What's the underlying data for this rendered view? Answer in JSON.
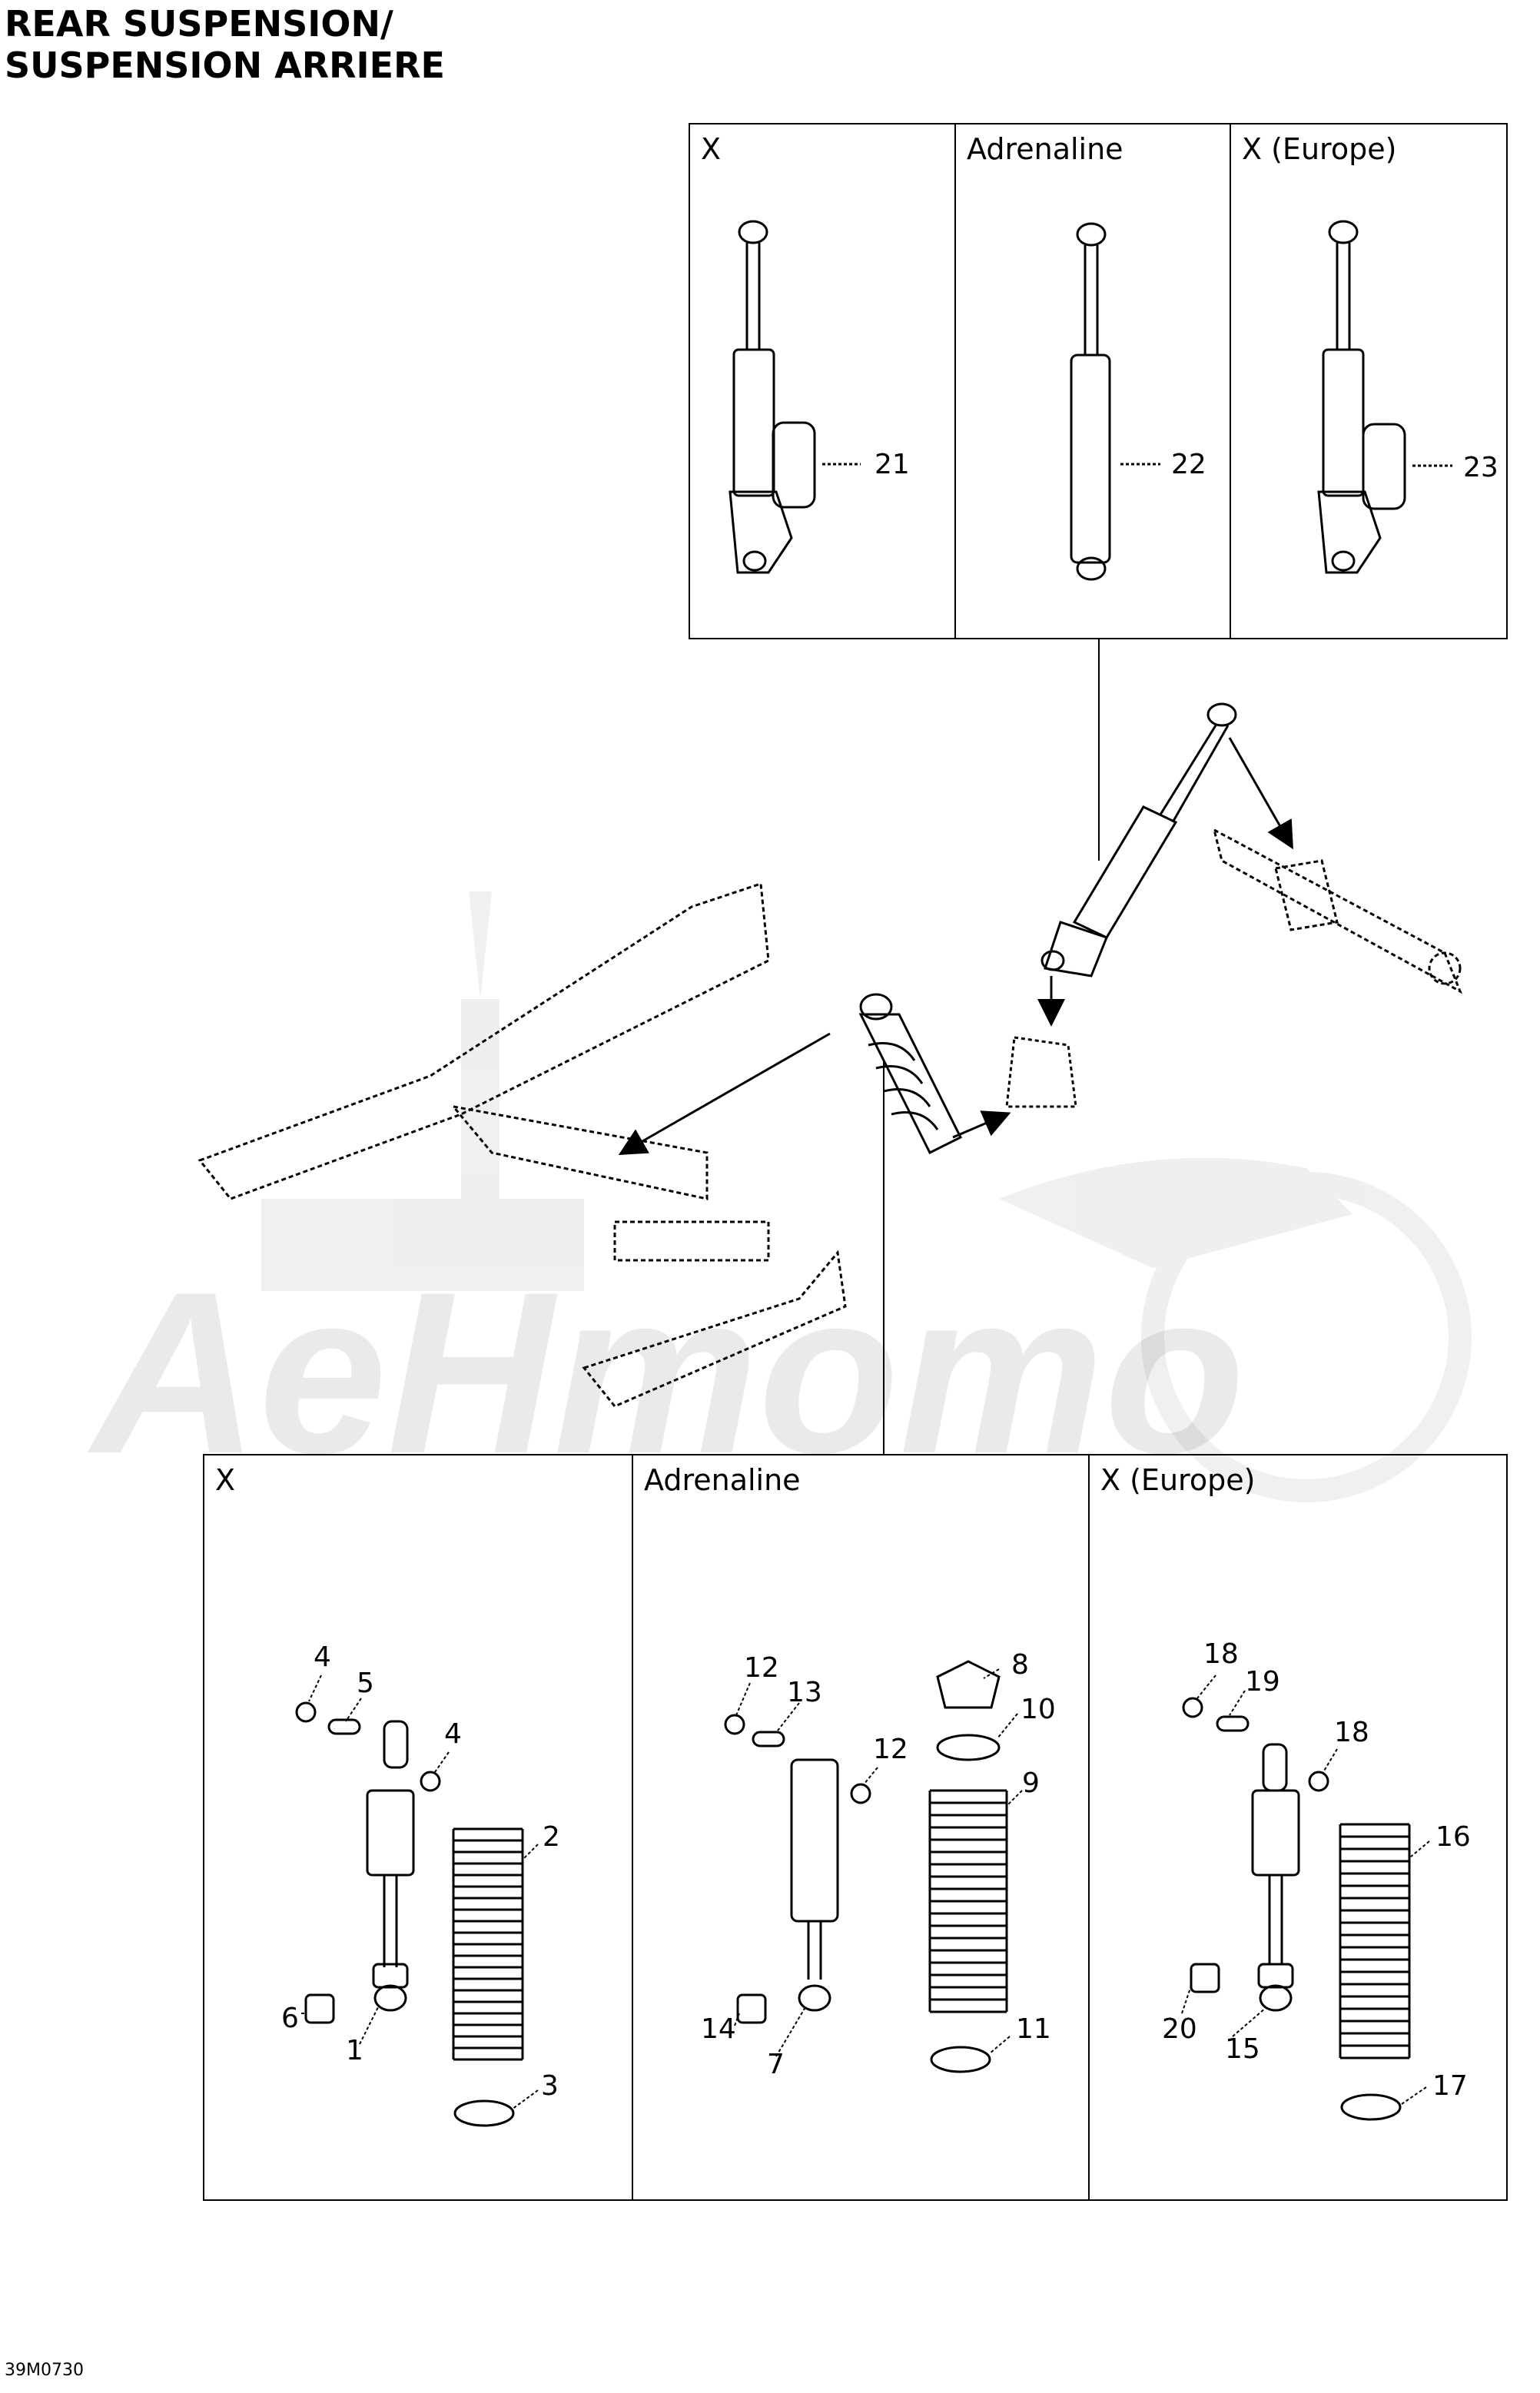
{
  "title": {
    "line1": "REAR SUSPENSION/",
    "line2": "SUSPENSION ARRIERE"
  },
  "top_panel": {
    "columns": [
      {
        "label": "X",
        "callout": "21"
      },
      {
        "label": "Adrenaline",
        "callout": "22"
      },
      {
        "label": "X (Europe)",
        "callout": "23"
      }
    ]
  },
  "bottom_panel": {
    "columns": [
      {
        "label": "X",
        "callouts": [
          "4",
          "5",
          "4",
          "2",
          "6",
          "1",
          "3"
        ]
      },
      {
        "label": "Adrenaline",
        "callouts": [
          "12",
          "13",
          "12",
          "8",
          "10",
          "9",
          "14",
          "7",
          "11"
        ]
      },
      {
        "label": "X (Europe)",
        "callouts": [
          "18",
          "19",
          "18",
          "16",
          "20",
          "15",
          "17"
        ]
      }
    ]
  },
  "watermark": "AeHmomo",
  "figure_ref": "39M0730"
}
